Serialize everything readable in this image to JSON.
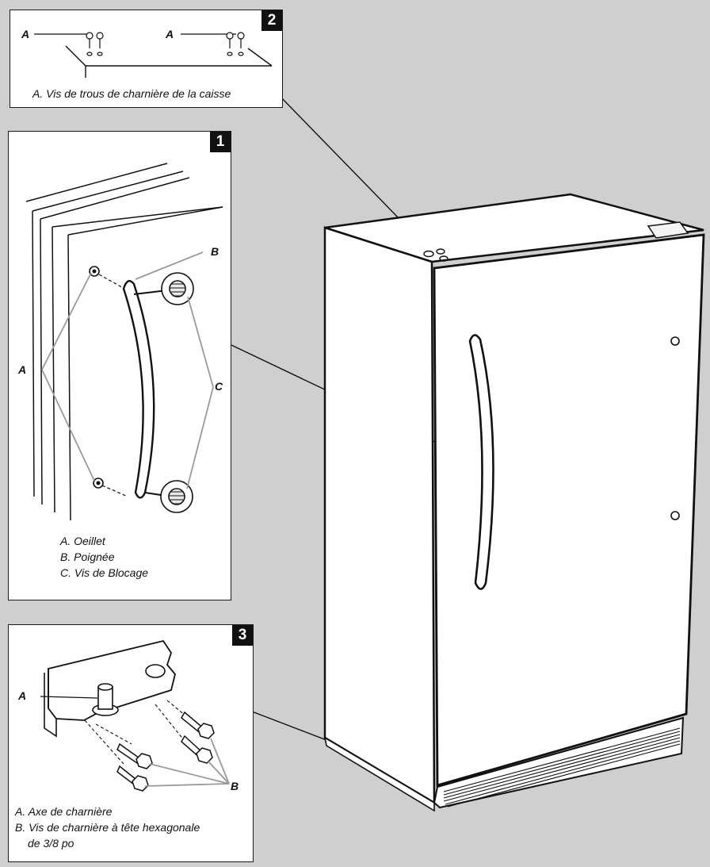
{
  "panel2": {
    "number": "2",
    "label_a_left": "A",
    "label_a_right": "A",
    "caption": "A. Vis de trous de charnière de la caisse"
  },
  "panel1": {
    "number": "1",
    "label_a": "A",
    "label_b": "B",
    "label_c": "C",
    "legend": [
      "A. Oeillet",
      "B. Poignée",
      "C. Vis de Blocage"
    ]
  },
  "panel3": {
    "number": "3",
    "label_a": "A",
    "label_b": "B",
    "legend": [
      "A. Axe de charnière",
      "B. Vis de charnière à tête hexagonale",
      "de 3/8 po"
    ]
  },
  "colors": {
    "background": "#cfcfcf",
    "panel": "#ffffff",
    "ink": "#111111",
    "leader_gray": "#9a9a9a"
  }
}
